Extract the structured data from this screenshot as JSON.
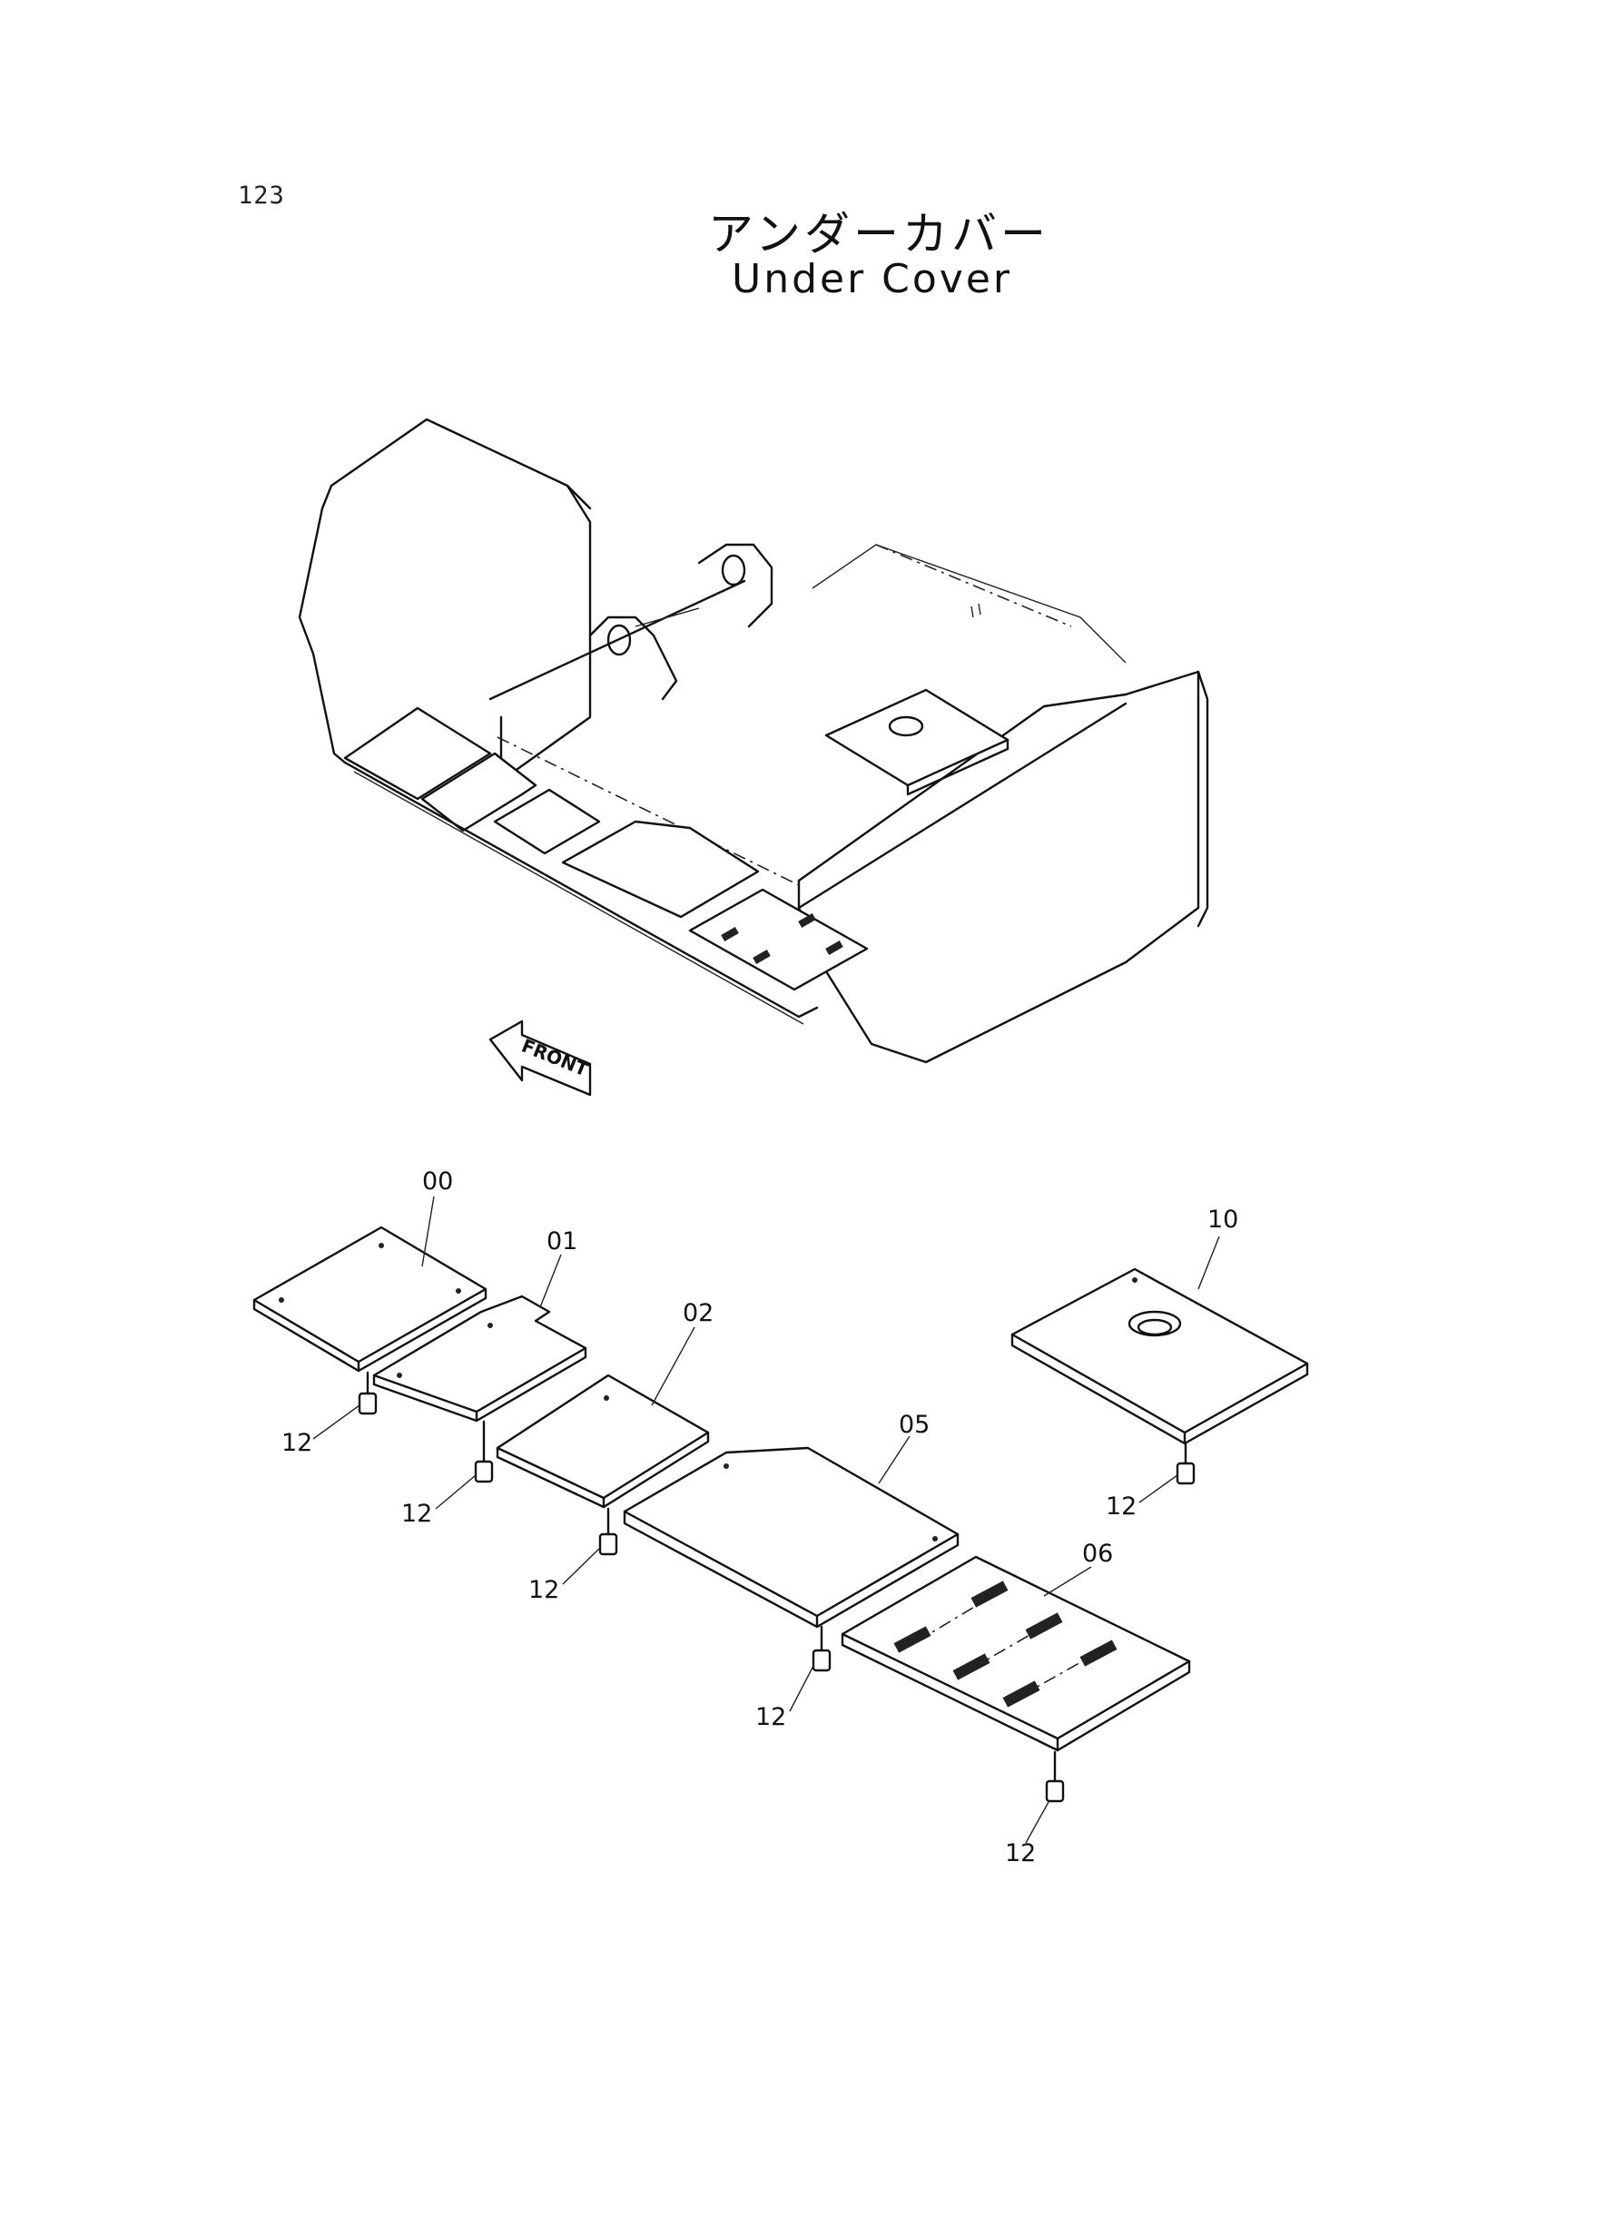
{
  "page": {
    "number": "123",
    "title_ja": "アンダーカバー",
    "title_en": "Under Cover"
  },
  "assembly": {
    "front_label": "FRONT"
  },
  "callouts": {
    "p00": "00",
    "p01": "01",
    "p02": "02",
    "p05": "05",
    "p06": "06",
    "p10": "10",
    "p12": "12"
  },
  "colors": {
    "ink": "#111111",
    "paper": "#ffffff"
  }
}
